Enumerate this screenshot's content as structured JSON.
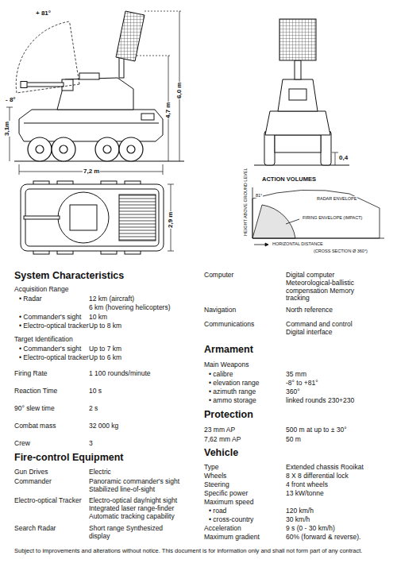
{
  "diagram": {
    "labels": [
      "+ 81°",
      "- 8°",
      "3,1m",
      "4,7 m",
      "6,0 m",
      "7,2 m",
      "0,4",
      "2,9 m",
      "ACTION VOLUMES",
      "RADAR ENVELOPE",
      "81°",
      "FIRING ENVELOPE (IMPACT)",
      "HEIGHT ABOVE GROUND LEVEL",
      "HORIZONTAL DISTANCE",
      "(CROSS SECTION Ø 360°)",
      "System Characteristics",
      "Acquisition Range",
      "• Radar",
      "12 km (aircraft)",
      "6 km (hovering helicopters)",
      "• Commander's sight",
      "10 km",
      "• Electro-optical tracker",
      "Up to 8 km",
      "Target Identification",
      "• Commander's sight",
      "Up to 7 km",
      "• Electro-optical tracker",
      "Up to 6 km",
      "Firing Rate",
      "1 100 rounds/minute",
      "Reaction Time",
      "10 s",
      "90° slew time",
      "2 s",
      "Combat mass",
      "32 000 kg",
      "Crew",
      "3",
      "Fire-control Equipment",
      "Gun Drives",
      "Electric",
      "Commander",
      "Panoramic commander's sight Stabilized line-of-sight",
      "Electro-optical Tracker",
      "Electro-optical day/night sight Integrated laser range-finder Automatic tracking capability",
      "Search Radar",
      "Short range Synthesized display",
      "Computer",
      "Digital computer Meteorological-ballistic compensation Memory tracking",
      "Navigation",
      "North reference",
      "Communications",
      "Command and control Digital interface",
      "Armament",
      "Main Weapons",
      "• calibre",
      "35 mm",
      "• elevation range",
      "-8° to +81°",
      "• azimuth range",
      "360°",
      "• ammo storage",
      "linked rounds 230+230",
      "Protection",
      "23 mm AP",
      "500 m at up to ± 30°",
      "7,62 mm AP",
      "50 m",
      "Vehicle",
      "Type",
      "Extended chassis Rooikat",
      "Wheels",
      "8 X 8 differential lock",
      "Steering",
      "4 front wheels",
      "Specific power",
      "13 kW/tonne",
      "Maximum speed",
      "• road",
      "120 km/h",
      "• cross-country",
      "30 km/h",
      "Acceleration",
      "9 s (0 - 30 km/h)",
      "Maximum gradient",
      "60% (forward & reverse).",
      "Subject to improvements and alterations without notice. This document is for information only and shall not form part of any contract."
    ]
  }
}
